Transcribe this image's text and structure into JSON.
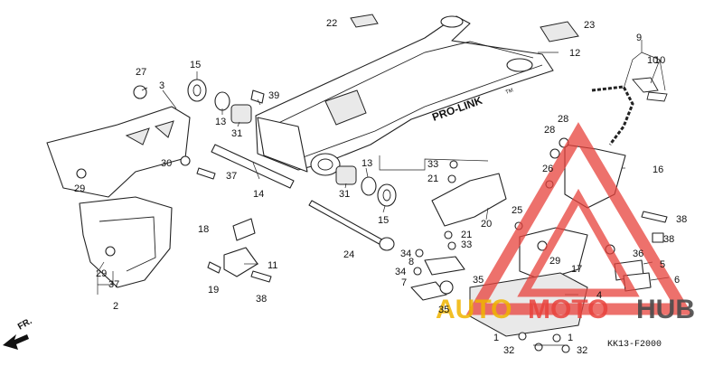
{
  "diagram": {
    "reference_code": "KK13-F2000",
    "direction_label": "FR.",
    "swingarm_text": "PRO-LINK",
    "swingarm_text_small": "TM",
    "callouts": [
      "1",
      "1",
      "2",
      "3",
      "4",
      "5",
      "6",
      "7",
      "8",
      "9",
      "10",
      "10",
      "11",
      "12",
      "13",
      "13",
      "14",
      "15",
      "15",
      "16",
      "17",
      "18",
      "19",
      "20",
      "21",
      "21",
      "22",
      "23",
      "24",
      "25",
      "26",
      "27",
      "28",
      "28",
      "29",
      "29",
      "29",
      "30",
      "31",
      "31",
      "32",
      "32",
      "33",
      "33",
      "34",
      "34",
      "35",
      "35",
      "36",
      "37",
      "37",
      "38",
      "38",
      "38",
      "39"
    ]
  },
  "watermark": {
    "text_part1": "AUTO",
    "text_part2": "MOTO",
    "text_part3": "HUB",
    "colors": {
      "red": "#e8423c",
      "yellow": "#f0b400",
      "grey": "#4b4b4b"
    }
  }
}
